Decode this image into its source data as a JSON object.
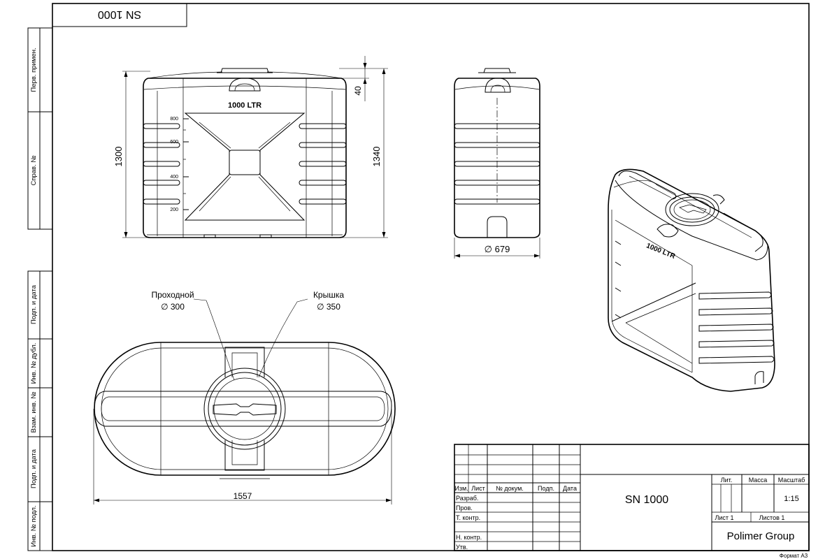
{
  "drawing": {
    "code_rotated": "SN 1000",
    "volume_label": "1000 LTR",
    "scale_marks": [
      "800",
      "600",
      "400",
      "200"
    ],
    "dim_height_1300": "1300",
    "dim_height_1340": "1340",
    "dim_top_40": "40",
    "dim_diameter_679": "∅ 679",
    "dim_length_1557": "1557",
    "callout_passage_label": "Проходной",
    "callout_passage_value": "∅ 300",
    "callout_lid_label": "Крышка",
    "callout_lid_value": "∅ 350"
  },
  "side_strip": [
    "Перв. примен.",
    "Справ. №",
    "Подп. и дата",
    "Инв. № дубл.",
    "Взам. инв. №",
    "Подп. и дата",
    "Инв. № подл."
  ],
  "title_block": {
    "headers": [
      "Изм.",
      "Лист",
      "№ докум.",
      "Подп.",
      "Дата"
    ],
    "roles": [
      "Разраб.",
      "Пров.",
      "Т. контр.",
      "Н. контр.",
      "Утв."
    ],
    "designation": "SN 1000",
    "lit_label": "Лит.",
    "mass_label": "Масса",
    "scale_label": "Масштаб",
    "scale_value": "1:15",
    "sheet_label": "Лист 1",
    "sheets_label": "Листов 1",
    "organization": "Polimer Group"
  },
  "format_label": "Формат А3"
}
